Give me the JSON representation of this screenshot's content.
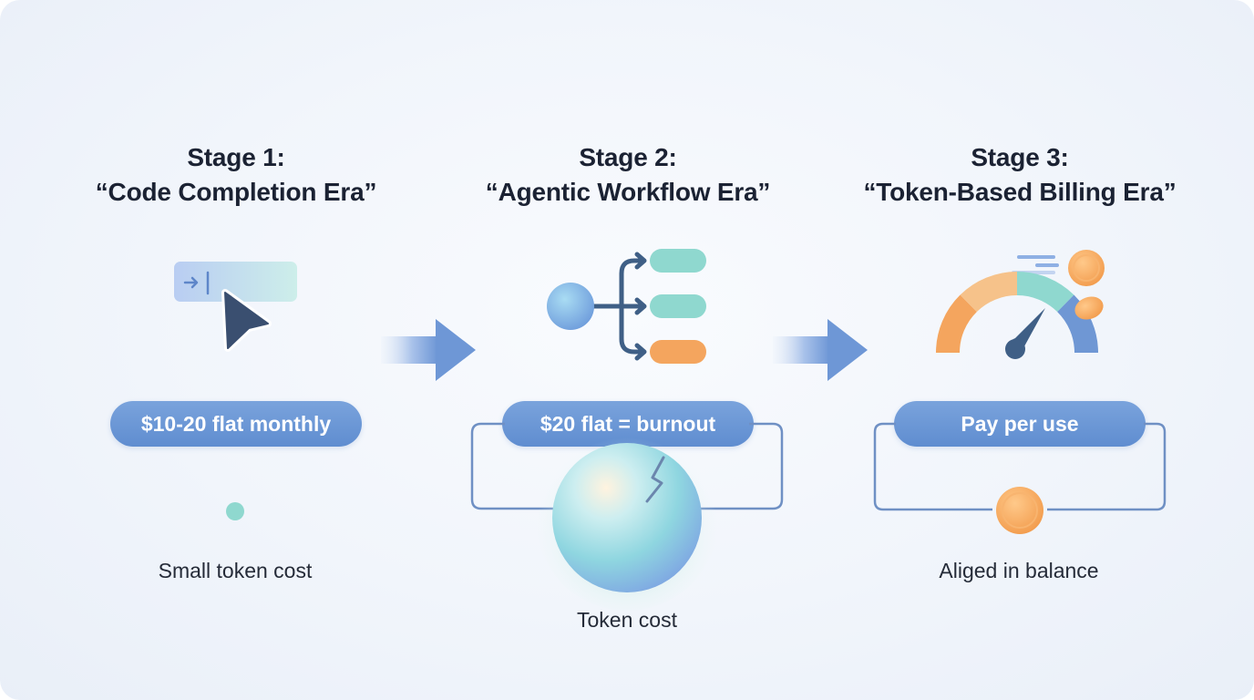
{
  "stages": [
    {
      "heading": "Stage 1:",
      "era": "“Code Completion Era”",
      "pill": "$10-20 flat monthly",
      "caption": "Small token cost",
      "icons": [
        "autocomplete-box-icon",
        "cursor-arrow-icon",
        "small-token-dot-icon"
      ]
    },
    {
      "heading": "Stage 2:",
      "era": "“Agentic Workflow Era”",
      "pill": "$20 flat = burnout",
      "caption": "Token cost",
      "icons": [
        "workflow-branch-icon",
        "cracked-token-sphere-icon"
      ]
    },
    {
      "heading": "Stage 3:",
      "era": "“Token-Based Billing Era”",
      "pill": "Pay per use",
      "caption": "Aliged in balance",
      "icons": [
        "usage-gauge-icon",
        "coin-icon",
        "balance-bracket-icon"
      ]
    }
  ],
  "colors": {
    "pill": "#6a96d5",
    "teal": "#8fd8cf",
    "orange": "#f4a55e",
    "navy": "#3f5f86",
    "blue": "#6f97d4",
    "text": "#1b2233"
  },
  "arrows": [
    "right-arrow-icon",
    "right-arrow-icon"
  ]
}
